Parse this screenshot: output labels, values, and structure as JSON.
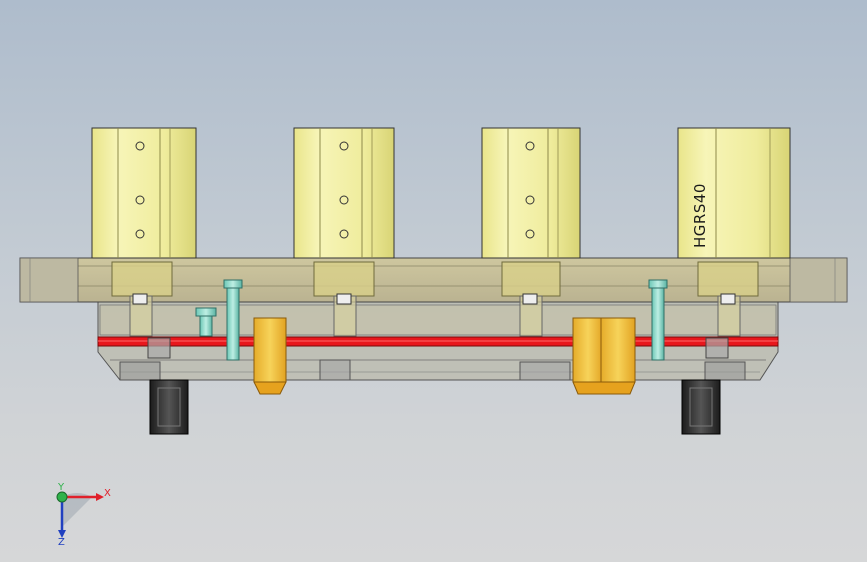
{
  "viewport": {
    "background_top": "#aebccc",
    "background_bottom": "#d6d7d8"
  },
  "model": {
    "cylinder_label": "HGRS40",
    "colors": {
      "cylinder_body": "#f2f0a0",
      "cylinder_shadow": "#c9c66a",
      "plate": "#c9bf8e",
      "red_band": "#e8171c",
      "gold_block": "#f2c23c",
      "cyan_pin": "#8fd6c8",
      "dark_foot": "#2c2c2c"
    },
    "cylinders": 4,
    "feet": 2
  },
  "triad": {
    "x_label": "X",
    "y_label": "Y",
    "z_label": "Z",
    "x_color": "#e0202a",
    "y_color": "#2fb24a",
    "z_color": "#2040c0"
  }
}
